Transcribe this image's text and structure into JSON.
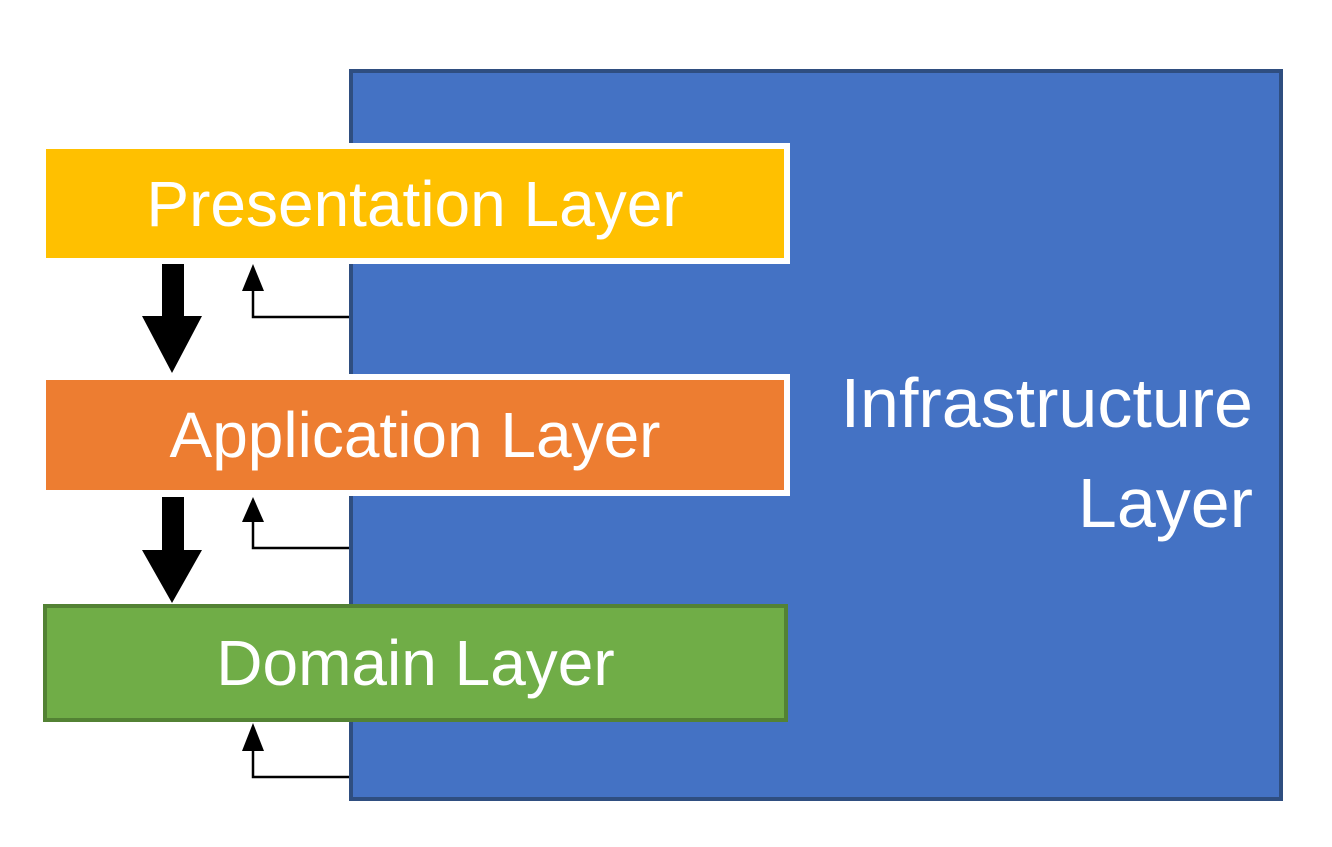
{
  "diagram": {
    "type": "layered-architecture",
    "background": "#FFFFFF",
    "arrow_color": "#000000",
    "layers": [
      {
        "id": "presentation",
        "label": "Presentation Layer",
        "fill": "#FFC000",
        "border_color": "#FFFFFF",
        "text_color": "#FFFFFF"
      },
      {
        "id": "application",
        "label": "Application Layer",
        "fill": "#ED7D31",
        "border_color": "#FFFFFF",
        "text_color": "#FFFFFF"
      },
      {
        "id": "domain",
        "label": "Domain Layer",
        "fill": "#70AD47",
        "border_color": "#538234",
        "text_color": "#FFFFFF"
      },
      {
        "id": "infrastructure",
        "label": "Infrastructure Layer",
        "fill": "#4472C4",
        "border_color": "#2F4E80",
        "text_color": "#FFFFFF"
      }
    ],
    "relationships": [
      {
        "from": "Presentation Layer",
        "to": "Application Layer",
        "style": "thick-down-arrow"
      },
      {
        "from": "Application Layer",
        "to": "Domain Layer",
        "style": "thick-down-arrow"
      },
      {
        "from": "Infrastructure Layer",
        "to": "Presentation Layer",
        "style": "thin-elbow-up-arrow"
      },
      {
        "from": "Infrastructure Layer",
        "to": "Application Layer",
        "style": "thin-elbow-up-arrow"
      },
      {
        "from": "Infrastructure Layer",
        "to": "Domain Layer",
        "style": "thin-elbow-up-arrow"
      }
    ]
  }
}
